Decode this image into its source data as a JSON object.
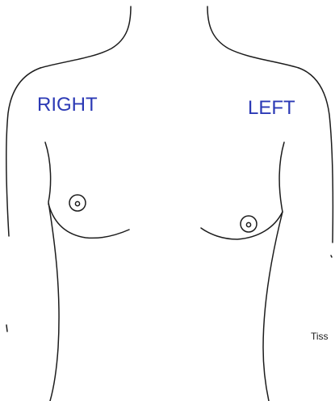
{
  "labels": {
    "right": "RIGHT",
    "left": "LEFT",
    "edge_text": "Tiss"
  },
  "colors": {
    "label": "#2b39b5",
    "outline": "#1c1c1c",
    "background": "#ffffff"
  }
}
